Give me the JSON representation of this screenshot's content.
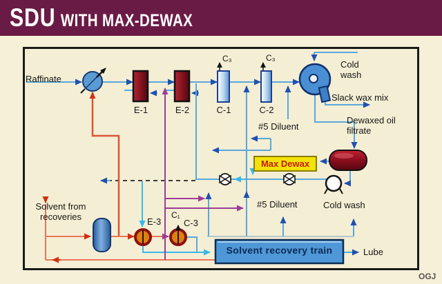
{
  "title": {
    "word1": "SDU",
    "word2": "WITH MAX-DEWAX"
  },
  "credit": "OGJ",
  "colors": {
    "title_bar": "#6a1b45",
    "background": "#f6f0d8",
    "panel_bg": "#f4eed4",
    "line_blue": "#58a8dc",
    "arrow_blue": "#2050b0",
    "cyan": "#35b8ec",
    "salmon": "#e8755a",
    "red": "#d03010",
    "purple": "#9b3d96",
    "equipment_dark_red": "#8c1420",
    "column_blue": "#5b93cf",
    "max_dewax_yellow": "#f2e20a",
    "recovery_box_blue": "#4f98d8"
  },
  "diagram": {
    "labels": {
      "raffinate": "Raffinate",
      "e1": "E-1",
      "e2": "E-2",
      "c1": "C-1",
      "c2": "C-2",
      "c3_sub": "C₃",
      "c1_sub": "C₁",
      "cold_wash": "Cold wash",
      "slack_wax": "Slack wax mix",
      "dewaxed": "Dewaxed oil filtrate",
      "diluent": "#5 Diluent",
      "max_dewax": "Max Dewax",
      "solvent_from": "Solvent from recoveries",
      "e3": "E-3",
      "c3_label": "C-3",
      "recovery_train": "Solvent recovery train",
      "lube": "Lube"
    }
  }
}
